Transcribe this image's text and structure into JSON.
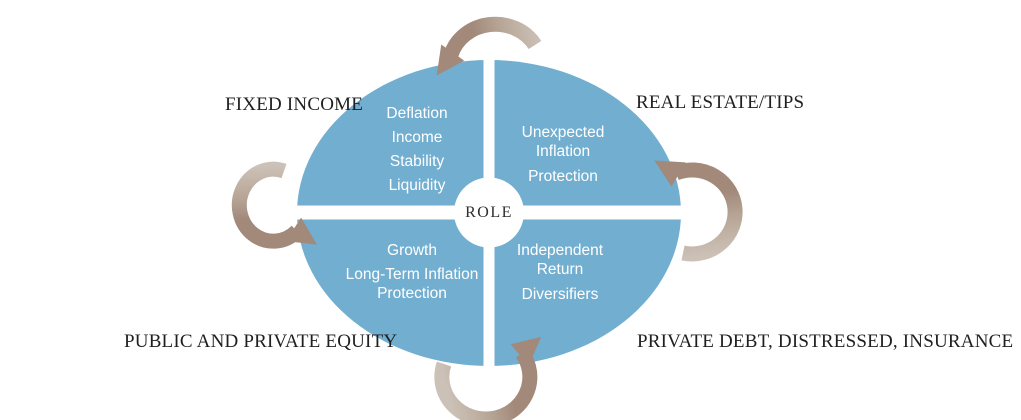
{
  "diagram": {
    "center_label": "ROLE",
    "quadrants": [
      {
        "id": "fixed-income",
        "outer_label": "FIXED INCOME",
        "phrases": [
          "Deflation",
          "Income",
          "Stability",
          "Liquidity"
        ]
      },
      {
        "id": "real-estate-tips",
        "outer_label": "REAL ESTATE/TIPS",
        "phrases": [
          "Unexpected Inflation",
          "Protection"
        ]
      },
      {
        "id": "public-private-equity",
        "outer_label": "PUBLIC AND PRIVATE EQUITY",
        "phrases": [
          "Growth",
          "Long-Term Inflation Protection"
        ]
      },
      {
        "id": "private-debt-distressed-insurance",
        "outer_label": "PRIVATE DEBT, DISTRESSED, INSURANCE",
        "phrases": [
          "Independent Return",
          "Diversifiers"
        ]
      }
    ],
    "arrows": {
      "direction": "counterclockwise",
      "count": 4
    },
    "colors": {
      "background": "#FFFFFF",
      "quadrant_blue": "#71AED0",
      "arrow_dark": "#A2897A",
      "arrow_mid": "#B7A696",
      "arrow_light": "#CCC1B7",
      "label_text": "#1F1F1F",
      "quadrant_text": "#FFFFFF",
      "center_text": "#2E2E2E"
    }
  }
}
